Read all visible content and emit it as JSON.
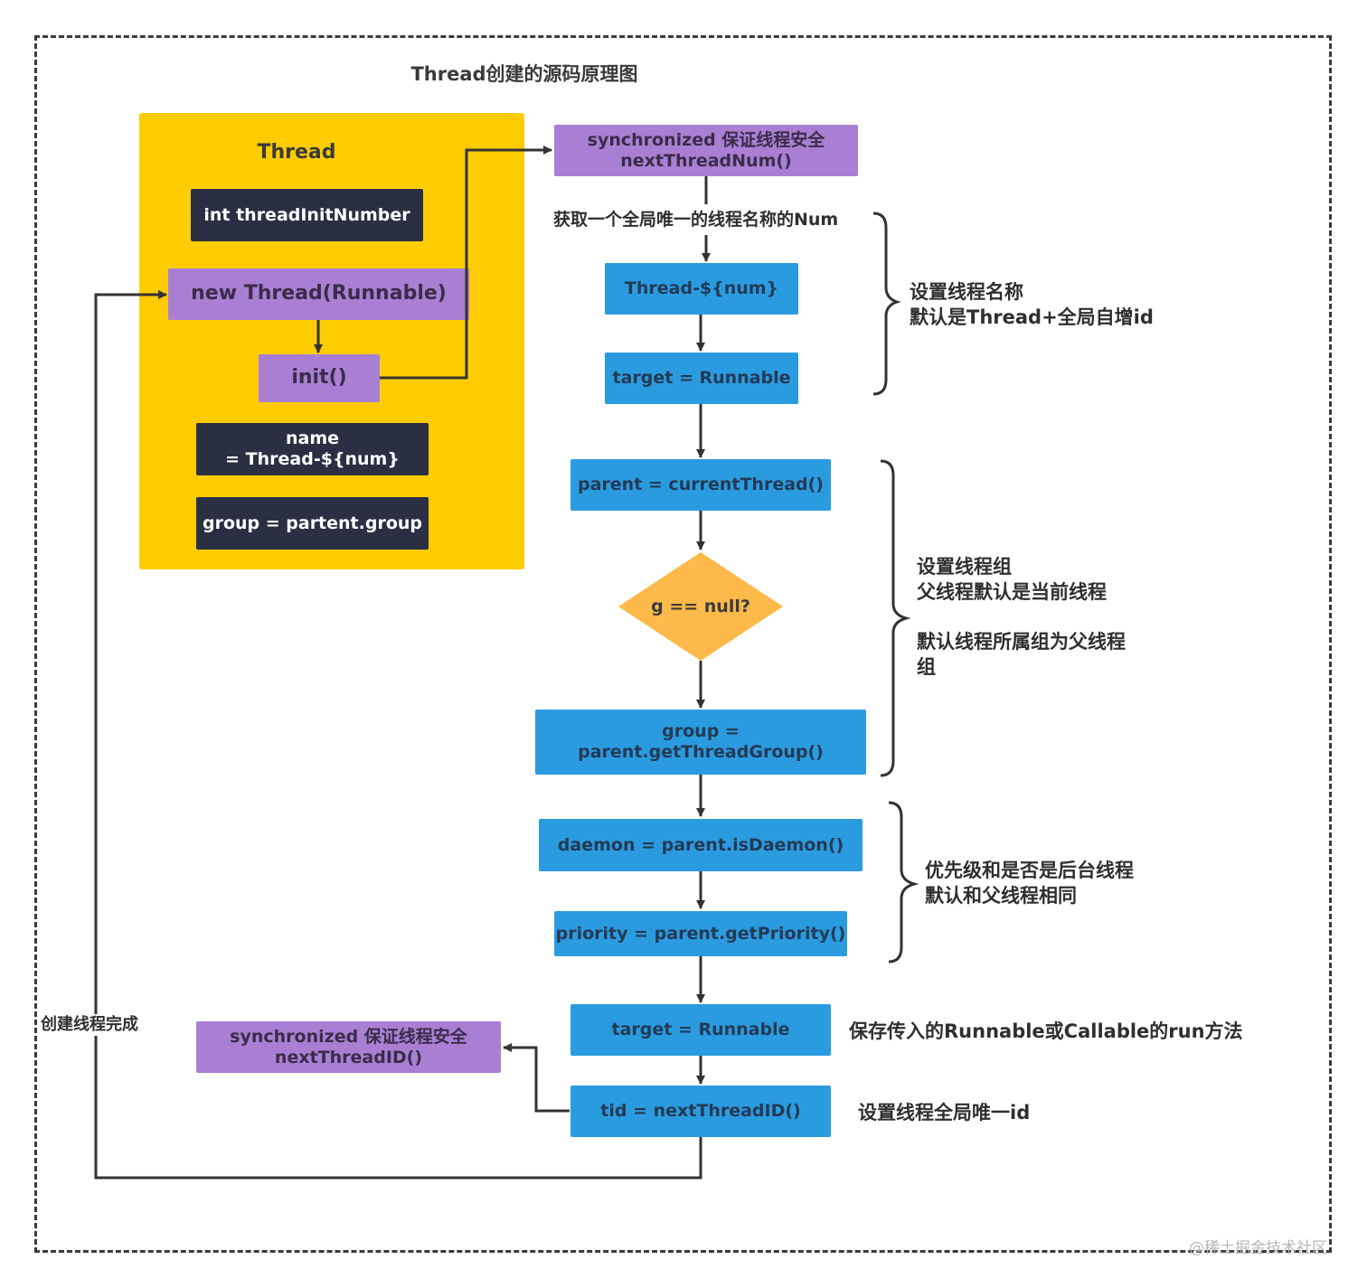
{
  "title": "Thread创建的源码原理图",
  "thread_panel": {
    "title": "Thread",
    "field_number": "int threadInitNumber",
    "constructor": "new Thread(Runnable)",
    "init": "init()",
    "name_assign": "name\n= Thread-${num}",
    "group_assign": "group = partent.group"
  },
  "flow": {
    "sync_num": "synchronized  保证线程安全\nnextThreadNum()",
    "get_num_label": "获取一个全局唯一的线程名称的Num",
    "thread_name": "Thread-${num}",
    "target_1": "target = Runnable",
    "parent": "parent = currentThread()",
    "decision": "g == null?",
    "group": "group =\nparent.getThreadGroup()",
    "daemon": "daemon = parent.isDaemon()",
    "priority": "priority = parent.getPriority()",
    "target_2": "target = Runnable",
    "tid": "tid = nextThreadID()",
    "sync_id": "synchronized  保证线程安全\nnextThreadID()",
    "done_label": "创建线程完成"
  },
  "annotations": {
    "name": "设置线程名称\n默认是Thread+全局自增id",
    "group_1": "设置线程组\n父线程默认是当前线程",
    "group_2": "默认线程所属组为父线程\n组",
    "daemon_priority": "优先级和是否是后台线程\n默认和父线程相同",
    "target": "保存传入的Runnable或Callable的run方法",
    "tid": "设置线程全局唯一id"
  },
  "watermark": "@稀土掘金技术社区",
  "colors": {
    "panel": "#fecc00",
    "dark": "#2a2f43",
    "purple": "#a97fd3",
    "blue": "#2b9be0",
    "diamond": "#fdb94a",
    "line": "#333333"
  }
}
